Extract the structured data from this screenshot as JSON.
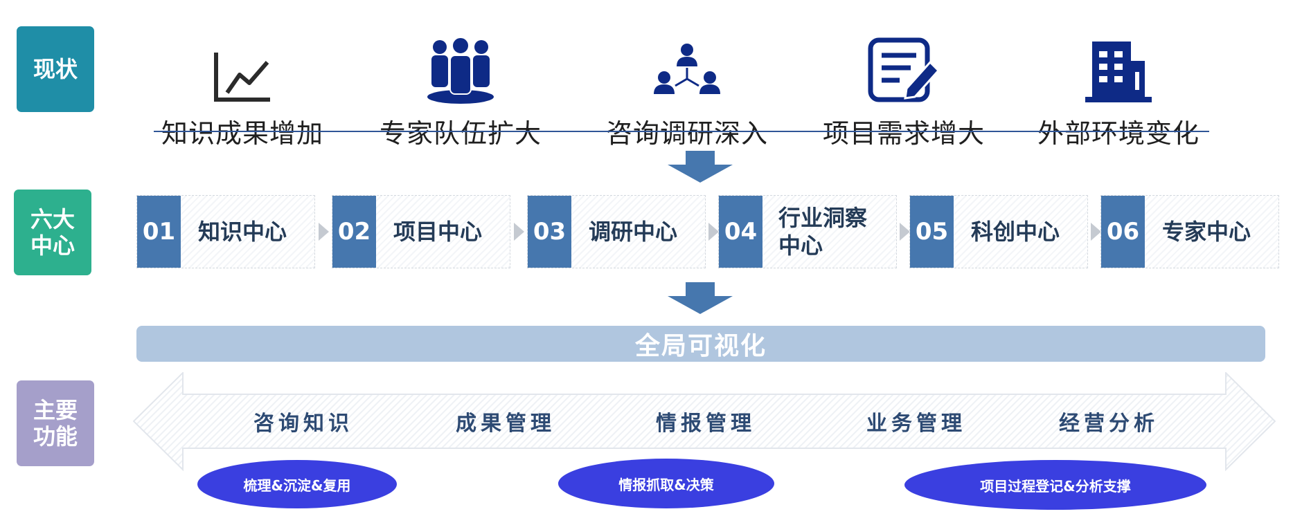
{
  "side_labels": {
    "status": "现状",
    "six_centers": "六大\n中心",
    "main_functions": "主要\n功能"
  },
  "colors": {
    "status_label": "#1f8ea7",
    "six_centers_label": "#2db08e",
    "main_functions_label": "#a59fca",
    "center_number": "#4677ae",
    "arrow": "#4677ae",
    "visualization_bar": "#b0c6df",
    "pill": "#3a3fe0",
    "status_icon": "#0e2a86"
  },
  "status_items": [
    {
      "icon": "line-chart-icon",
      "label": "知识成果增加"
    },
    {
      "icon": "team-icon",
      "label": "专家队伍扩大"
    },
    {
      "icon": "org-chart-icon",
      "label": "咨询调研深入"
    },
    {
      "icon": "edit-document-icon",
      "label": "项目需求增大"
    },
    {
      "icon": "building-icon",
      "label": "外部环境变化"
    }
  ],
  "centers": [
    {
      "number": "01",
      "name": "知识中心"
    },
    {
      "number": "02",
      "name": "项目中心"
    },
    {
      "number": "03",
      "name": "调研中心"
    },
    {
      "number": "04",
      "name": "行业洞察\n中心"
    },
    {
      "number": "05",
      "name": "科创中心"
    },
    {
      "number": "06",
      "name": "专家中心"
    }
  ],
  "visualization": "全局可视化",
  "functions": [
    "咨询知识",
    "成果管理",
    "情报管理",
    "业务管理",
    "经营分析"
  ],
  "pills": [
    "梳理&沉淀&复用",
    "情报抓取&决策",
    "项目过程登记&分析支撑"
  ]
}
